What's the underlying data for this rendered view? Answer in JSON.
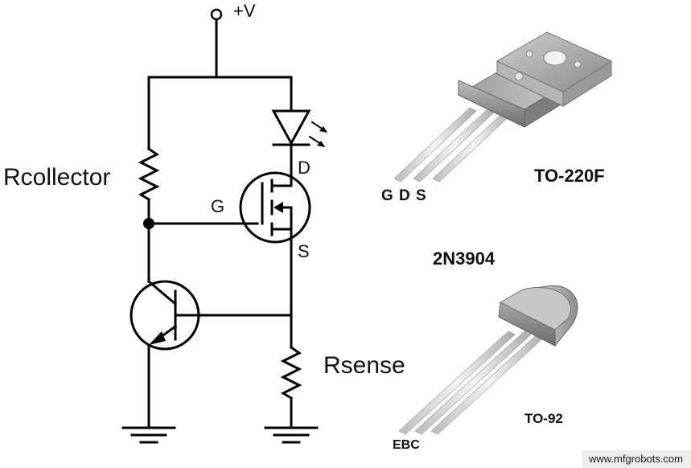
{
  "supply_label": "+V",
  "rcollector_label": "Rcollector",
  "rsense_label": "Rsense",
  "gate_label": "G",
  "drain_label": "D",
  "source_label": "S",
  "to220": {
    "name": "TO-220F",
    "pin_labels": "G D S"
  },
  "transistor_name": "2N3904",
  "to92": {
    "name": "TO-92",
    "pin_labels": "EBC"
  },
  "watermark": "www.mfgrobots.com"
}
